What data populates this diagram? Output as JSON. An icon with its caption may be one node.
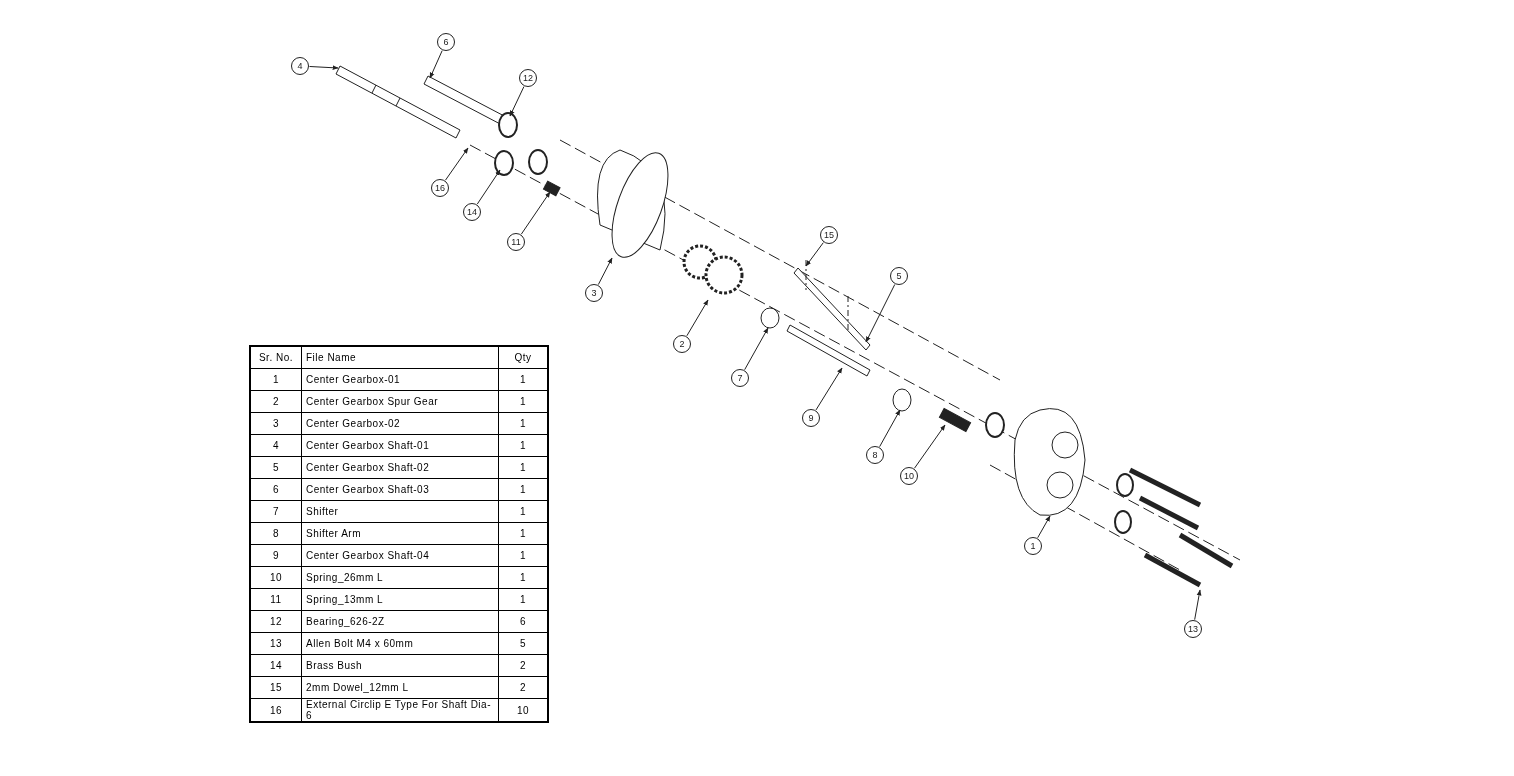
{
  "diagram": {
    "nodes": [
      {
        "text": [
          "6"
        ]
      },
      {
        "text": [
          "4"
        ]
      },
      {
        "text": [
          "12"
        ]
      },
      {
        "text": [
          "16"
        ]
      },
      {
        "text": [
          "14"
        ]
      },
      {
        "text": [
          "15"
        ]
      },
      {
        "text": [
          "11"
        ]
      },
      {
        "text": [
          "5"
        ]
      },
      {
        "text": [
          "3"
        ]
      },
      {
        "text": [
          "2"
        ]
      },
      {
        "text": [
          "7"
        ]
      },
      {
        "text": [
          "9"
        ]
      },
      {
        "text": [
          "8"
        ]
      },
      {
        "text": [
          "10"
        ]
      },
      {
        "text": [
          "1"
        ]
      },
      {
        "text": [
          "13"
        ]
      }
    ],
    "edges": [
      {
        "from": 0,
        "to": null,
        "arrow": "to"
      },
      {
        "from": 1,
        "to": null,
        "arrow": "to"
      },
      {
        "from": 2,
        "to": null,
        "arrow": "to"
      },
      {
        "from": 3,
        "to": null,
        "arrow": "to"
      },
      {
        "from": 4,
        "to": null,
        "arrow": "to"
      },
      {
        "from": 5,
        "to": null,
        "arrow": "to"
      },
      {
        "from": 6,
        "to": null,
        "arrow": "to"
      },
      {
        "from": 7,
        "to": null,
        "arrow": "to"
      },
      {
        "from": 8,
        "to": null,
        "arrow": "to"
      },
      {
        "from": 9,
        "to": null,
        "arrow": "to"
      },
      {
        "from": 10,
        "to": null,
        "arrow": "to"
      },
      {
        "from": 11,
        "to": null,
        "arrow": "to"
      },
      {
        "from": 12,
        "to": null,
        "arrow": "to"
      },
      {
        "from": 13,
        "to": null,
        "arrow": "to"
      },
      {
        "from": 14,
        "to": null,
        "arrow": "to"
      },
      {
        "from": 15,
        "to": null,
        "arrow": "to"
      }
    ],
    "labels": [
      "Sr. No.",
      "File Name",
      "Qty",
      "1",
      "Center Gearbox-01",
      "1",
      "2",
      "Center Gearbox Spur Gear",
      "1",
      "3",
      "Center Gearbox-02",
      "1",
      "4",
      "Center Gearbox Shaft-01",
      "1",
      "5",
      "Center Gearbox Shaft-02",
      "1",
      "6",
      "Center Gearbox Shaft-03",
      "1",
      "7",
      "Shifter",
      "1",
      "8",
      "Shifter Arm",
      "1",
      "9",
      "Center Gearbox Shaft-04",
      "1",
      "10",
      "Spring_26mm L",
      "1",
      "11",
      "Spring_13mm L",
      "1",
      "12",
      "Bearing_626-2Z",
      "6",
      "13",
      "Allen Bolt M4 x 60mm",
      "5",
      "14",
      "Brass Bush",
      "2",
      "15",
      "2mm Dowel_12mm L",
      "2",
      "16",
      "External Circlip E Type For Shaft Dia-6",
      "10"
    ]
  }
}
